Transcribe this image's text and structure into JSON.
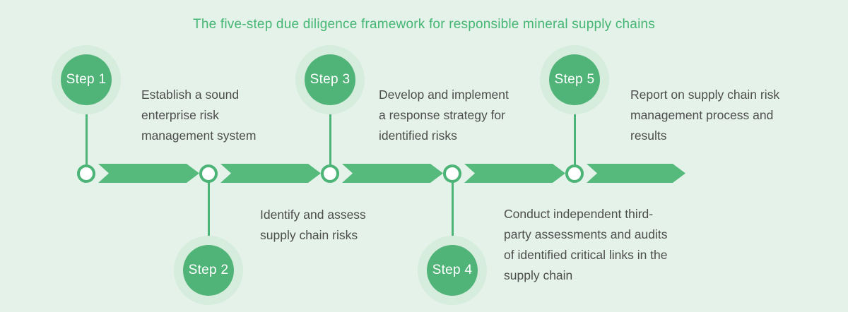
{
  "title": "The five-step due diligence framework for responsible mineral supply chains",
  "colors": {
    "background": "#e4f2e9",
    "step_circle_green": "#50b478",
    "halo_green": "#d6ecdc",
    "arrow_green": "#56ba7d",
    "connector_green": "#4cb476",
    "title_green": "#45b673",
    "description_text": "#4d4d4d",
    "node_fill": "#ffffff",
    "step_label_text": "#ffffff"
  },
  "steps": [
    {
      "label": "Step 1",
      "position": "top",
      "lines": [
        "Establish a sound",
        "enterprise risk",
        "management system"
      ]
    },
    {
      "label": "Step 2",
      "position": "bottom",
      "lines": [
        "Identify and assess",
        "supply chain risks"
      ]
    },
    {
      "label": "Step 3",
      "position": "top",
      "lines": [
        "Develop and implement",
        "a response strategy for",
        "identified risks"
      ]
    },
    {
      "label": "Step 4",
      "position": "bottom",
      "lines": [
        "Conduct independent third-",
        "party assessments and audits",
        "of identified critical links in the",
        "supply chain"
      ]
    },
    {
      "label": "Step 5",
      "position": "top",
      "lines": [
        "Report on supply chain risk",
        "management process and",
        "results"
      ]
    }
  ]
}
